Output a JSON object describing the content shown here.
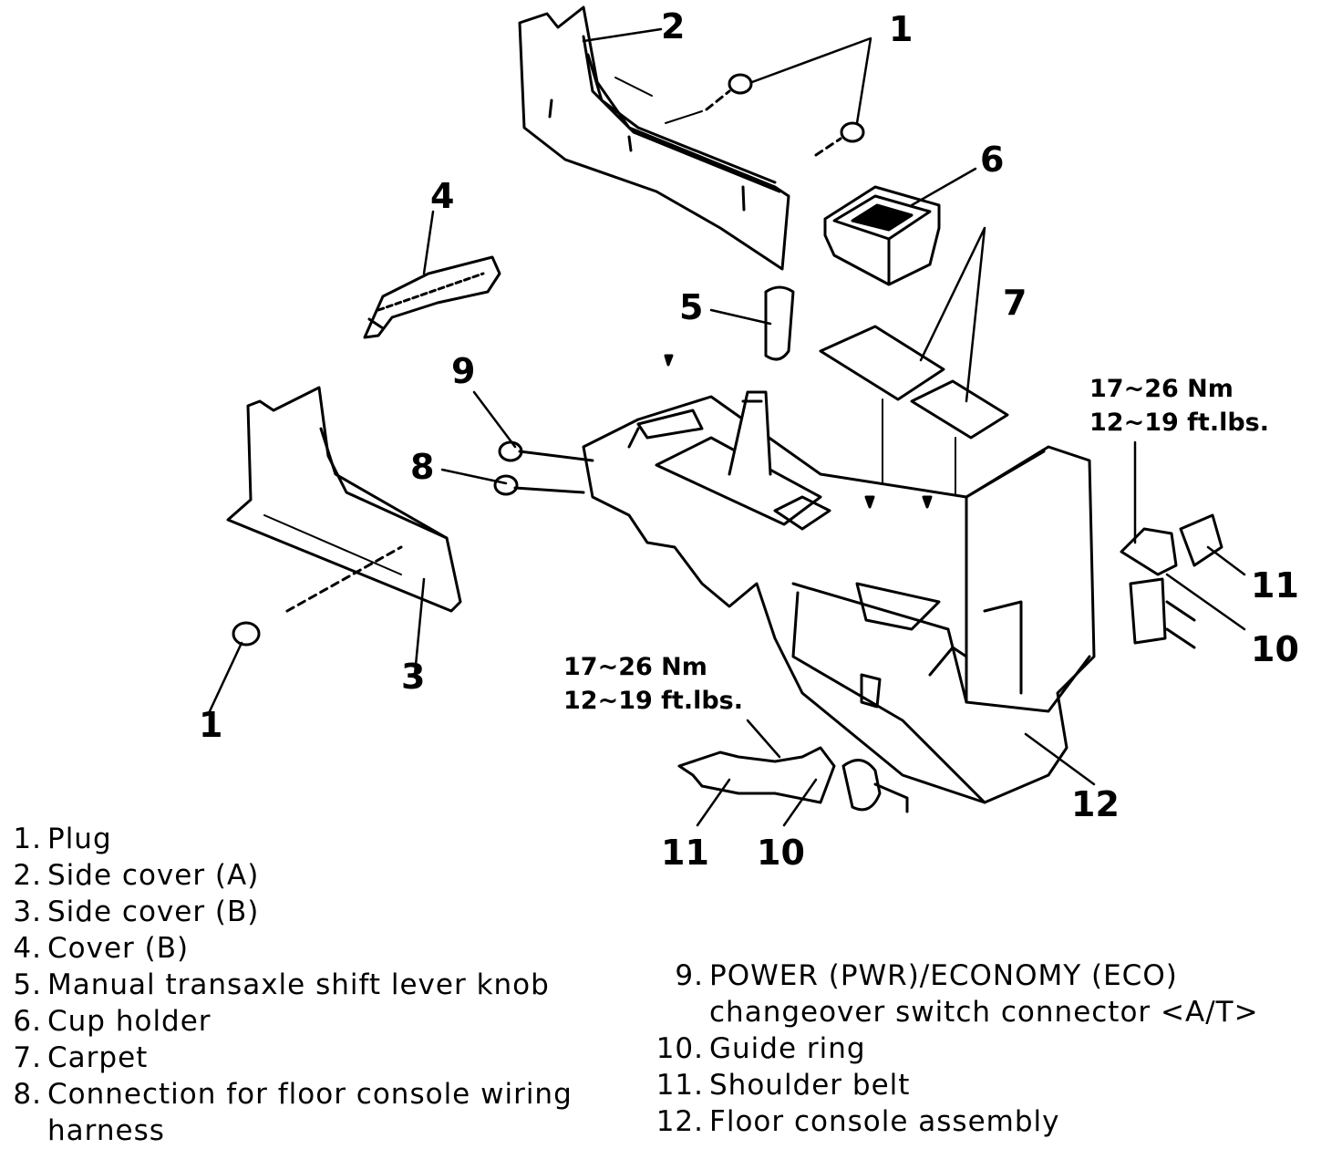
{
  "callouts": {
    "plug_top": "1",
    "side_cover_a": "2",
    "side_cover_b": "3",
    "cover_b": "4",
    "shift_knob": "5",
    "cup_holder": "6",
    "carpet": "7",
    "harness_connection": "8",
    "pwr_eco_connector": "9",
    "guide_ring_right": "10",
    "shoulder_belt_right": "11",
    "floor_console": "12",
    "plug_bottom": "1",
    "shoulder_belt_bottom": "11",
    "guide_ring_bottom": "10"
  },
  "torque_right": {
    "nm": "17~26 Nm",
    "ftlbs": "12~19 ft.lbs."
  },
  "torque_bottom": {
    "nm": "17~26 Nm",
    "ftlbs": "12~19 ft.lbs."
  },
  "legend": [
    {
      "num": "1.",
      "text": "Plug"
    },
    {
      "num": "2.",
      "text": "Side cover (A)"
    },
    {
      "num": "3.",
      "text": "Side cover (B)"
    },
    {
      "num": "4.",
      "text": "Cover (B)"
    },
    {
      "num": "5.",
      "text": "Manual transaxle shift lever knob"
    },
    {
      "num": "6.",
      "text": "Cup holder"
    },
    {
      "num": "7.",
      "text": "Carpet"
    },
    {
      "num": "8.",
      "text": "Connection for floor console wiring",
      "cont": "harness"
    },
    {
      "num": "9.",
      "text": "POWER (PWR)/ECONOMY (ECO)",
      "cont": "changeover switch connector <A/T>"
    },
    {
      "num": "10.",
      "text": "Guide ring"
    },
    {
      "num": "11.",
      "text": "Shoulder belt"
    },
    {
      "num": "12.",
      "text": "Floor console assembly"
    }
  ]
}
